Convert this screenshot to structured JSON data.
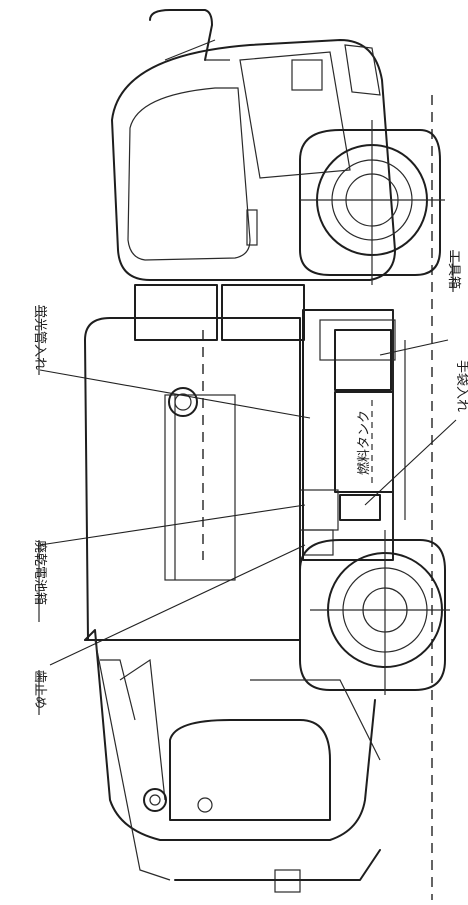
{
  "labels": {
    "fluorescent_tube_holder": "蛍光管入れ",
    "toolbox": "工具箱",
    "fuel_tank": "燃料タンク",
    "glove_holder": "手袋入れ",
    "waste_battery_box": "廃乾電池箱",
    "wheel_chock": "歯止め"
  },
  "colors": {
    "ink": "#1e1e1e",
    "paper": "#ffffff"
  }
}
